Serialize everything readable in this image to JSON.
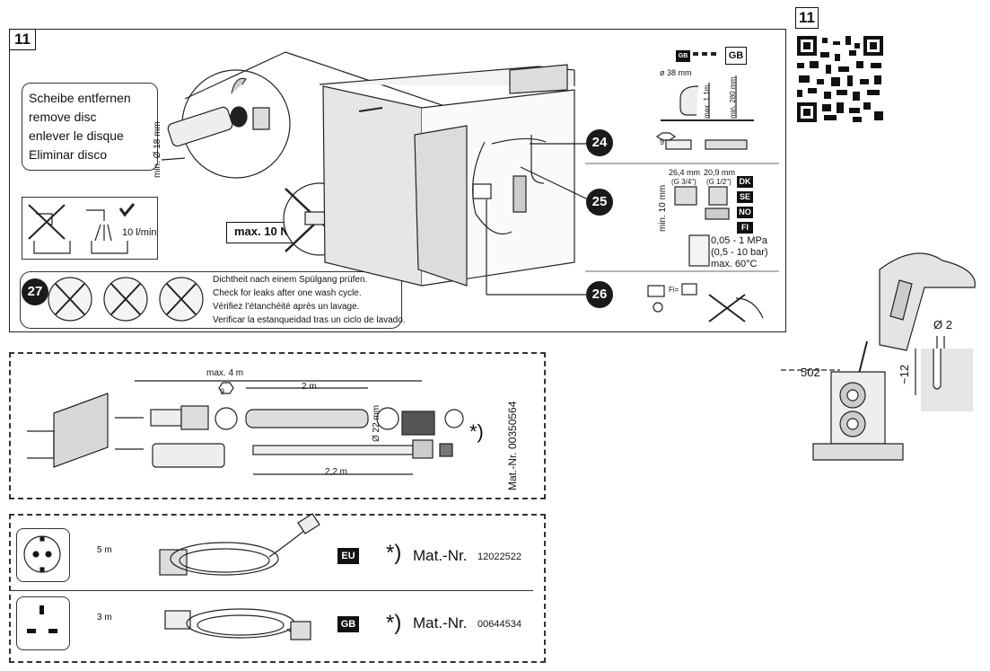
{
  "step_number": "11",
  "qr_step_number": "11",
  "disc_labels": [
    "Scheibe entfernen",
    "remove disc",
    "enlever le disque",
    "Eliminar disco"
  ],
  "min_diameter": "min. Ø 18 mm",
  "flow_rate": "10 l/min",
  "max_torque": "max. 10 Nm",
  "callouts": {
    "c24": "24",
    "c25": "25",
    "c26": "26",
    "c27": "27"
  },
  "leak_check": [
    "Dichtheit nach einem Spülgang prüfen.",
    "Check for leaks after one wash cycle.",
    "Vérifiez l’étanchéité après un lavage.",
    "Verificar la estanqueidad tras un ciclo de lavado."
  ],
  "gb_flags": {
    "small": "GB",
    "large": "GB"
  },
  "drain": {
    "diameter": "ø 38 mm",
    "max_height": "max. 1,1m",
    "min_height": "min. 280 mm"
  },
  "hose_clip_9": "9",
  "thread": {
    "size1": "26,4 mm",
    "size2": "20,9 mm",
    "g1": "(G 3/4\")",
    "g2": "(G 1/2\")",
    "min_len": "min. 10 mm"
  },
  "country_flags": [
    "DK",
    "SE",
    "NO",
    "FI"
  ],
  "pressure": [
    "0,05 - 1 MPa",
    "(0,5 - 10 bar)",
    "max. 60°C"
  ],
  "fi_label": "Fi=",
  "drill": {
    "dia": "Ø 2",
    "depth": "~12",
    "code": "502"
  },
  "extension": {
    "max_len": "max. 4 m",
    "hose_len": "2 m",
    "diameter": "Ø 22 mm",
    "pipe_len": "2,2 m",
    "clip": "9",
    "mat_nr": "Mat.-Nr. 00350564",
    "asterisk": "*)"
  },
  "cables": [
    {
      "length": "5 m",
      "region": "EU",
      "asterisk": "*)",
      "mat_label": "Mat.-Nr.",
      "mat_nr": "12022522"
    },
    {
      "length": "3 m",
      "region": "GB",
      "asterisk": "*)",
      "mat_label": "Mat.-Nr.",
      "mat_nr": "00644534"
    }
  ]
}
